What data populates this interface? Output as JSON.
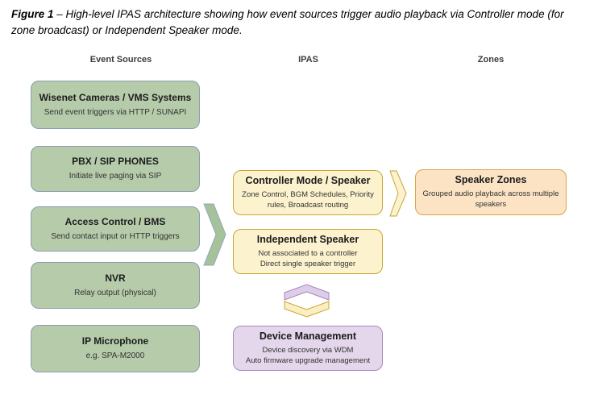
{
  "caption": {
    "label": "Figure 1",
    "text": " – High-level IPAS architecture showing how event sources trigger audio playback via Controller mode (for zone broadcast) or Independent Speaker mode."
  },
  "columns": [
    {
      "label": "Event Sources"
    },
    {
      "label": "IPAS"
    },
    {
      "label": "Zones"
    }
  ],
  "event_sources": [
    {
      "title": "Wisenet Cameras / VMS Systems",
      "subtitle": "Send event triggers via HTTP / SUNAPI"
    },
    {
      "title": "PBX / SIP PHONES",
      "subtitle": "Initiate live paging via SIP"
    },
    {
      "title": "Access Control / BMS",
      "subtitle": "Send contact input or HTTP triggers"
    },
    {
      "title": "NVR",
      "subtitle": "Relay output (physical)"
    },
    {
      "title": "IP Microphone",
      "subtitle": "e.g. SPA-M2000"
    }
  ],
  "ipas": {
    "controller": {
      "title": "Controller Mode / Speaker",
      "subtitle": "Zone Control, BGM Schedules, Priority\nrules, Broadcast routing"
    },
    "independent": {
      "title": "Independent Speaker",
      "subtitle": "Not associated to a controller\nDirect single speaker trigger"
    },
    "device_management": {
      "title": "Device Management",
      "subtitle": "Device discovery via WDM\nAuto firmware upgrade management"
    }
  },
  "zones": {
    "speaker_zones": {
      "title": "Speaker Zones",
      "subtitle": "Grouped audio playback across multiple\nspeakers"
    }
  },
  "colors": {
    "source_fill": "#b5cbaa",
    "source_border": "#8b9cb1",
    "cream_fill": "#fcf2cd",
    "cream_border": "#c8a636",
    "peach_fill": "#fbe3c4",
    "peach_border": "#dda344",
    "purple_fill": "#e4d6eb",
    "purple_border": "#a687bf",
    "arrow_green_fill": "#a5c29b",
    "arrow_green_border": "#93a7bb",
    "arrow_cream_fill": "#fcf2cd",
    "arrow_cream_border": "#c8a636",
    "arrow_purple_fill": "#ddcde8",
    "arrow_purple_border": "#a687bf",
    "arrow_yellow_fill": "#fbeec2",
    "arrow_yellow_border": "#c9a937"
  }
}
